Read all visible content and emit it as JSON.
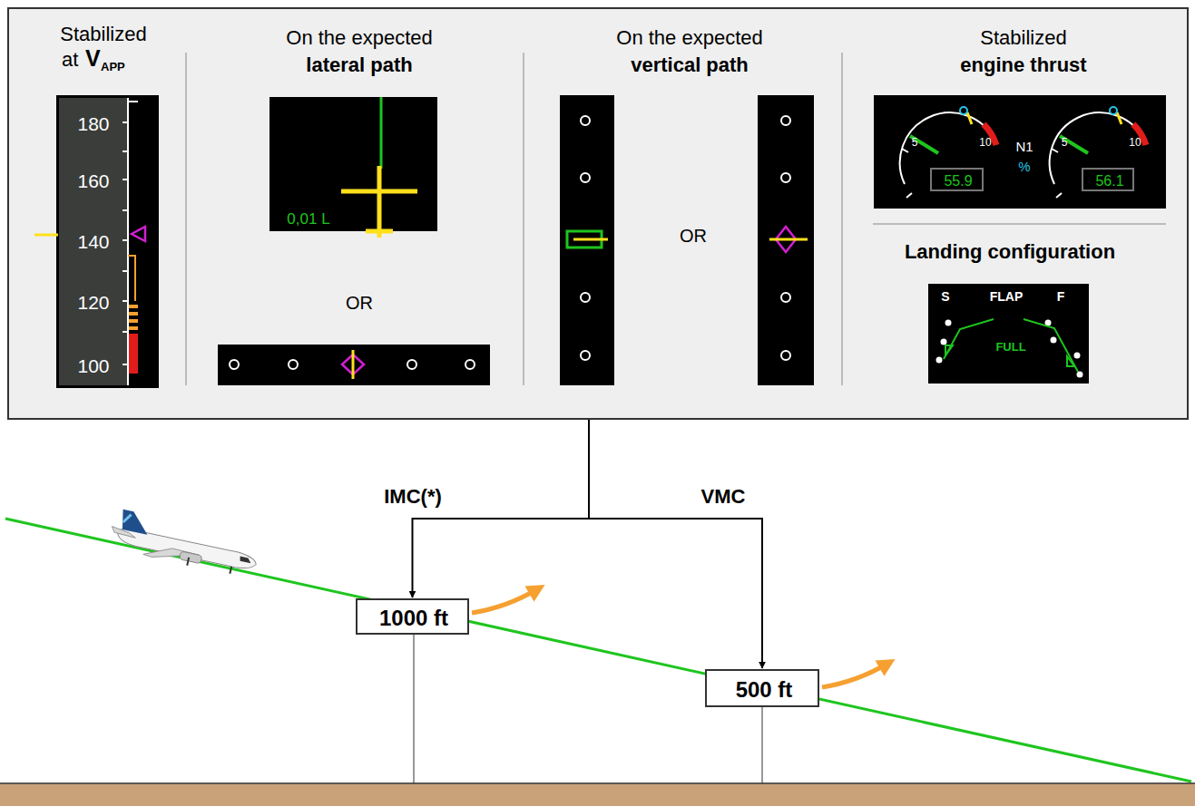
{
  "diagram": {
    "nodes": [
      {
        "text": [
          "Stabilized",
          "at",
          "V",
          "APP",
          "On the expected",
          "lateral path",
          "OR",
          "On the expected",
          "vertical path",
          "OR",
          "Stabilized",
          "engine thrust",
          "Landing configuration"
        ]
      },
      {
        "text": [
          "180",
          "160",
          "140",
          "120",
          "100"
        ],
        "in": 0
      },
      {
        "text": [
          "0,01 L"
        ],
        "in": 0
      },
      {
        "text": [
          "N1",
          "%",
          "5",
          "10",
          "5",
          "10"
        ],
        "in": 0
      },
      {
        "text": [
          "55.9"
        ],
        "in": 3
      },
      {
        "text": [
          "56.1"
        ],
        "in": 3
      },
      {
        "text": [
          "S",
          "FLAP",
          "F",
          "FULL"
        ],
        "in": 0
      },
      {
        "text": [
          "1000 ft"
        ]
      },
      {
        "text": [
          "500 ft"
        ]
      }
    ],
    "edges": [
      {
        "from": 0,
        "to": 7,
        "arrow": "to",
        "label": "IMC(*)"
      },
      {
        "from": 0,
        "to": 8,
        "arrow": "to",
        "label": "VMC"
      }
    ]
  }
}
